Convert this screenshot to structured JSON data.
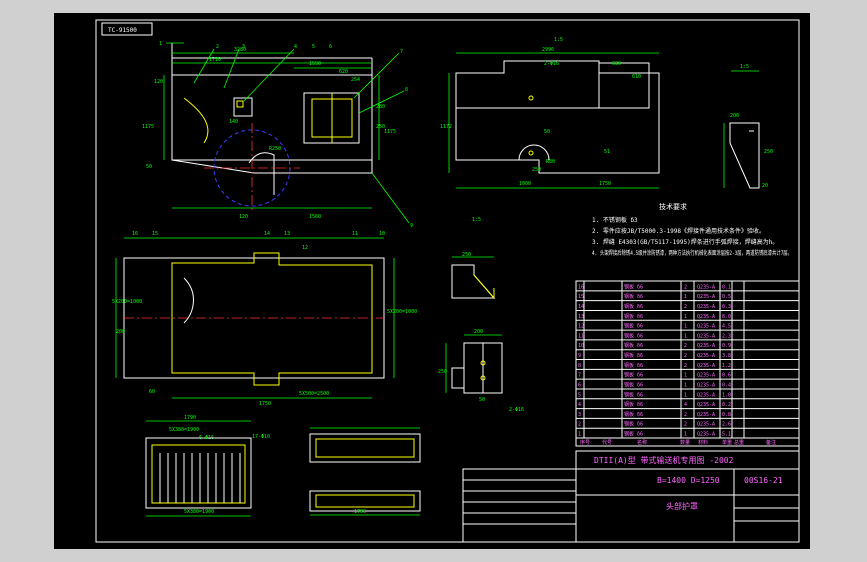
{
  "drawing_code": "TC-91500",
  "view_labels": [
    "1:5",
    "1:5",
    "1:5"
  ],
  "dimensions": {
    "top": [
      "1710",
      "3280",
      "1590",
      "620",
      "254",
      "280",
      "250",
      "1175",
      "120",
      "140",
      "50",
      "1560",
      "120",
      "R250",
      "1175"
    ],
    "right_view": [
      "2996",
      "2-Φ16",
      "630",
      "610",
      "1172",
      "50",
      "1000",
      "1750",
      "250",
      "R80",
      "51"
    ],
    "section": [
      "200",
      "20",
      "250",
      "1350"
    ],
    "mid": [
      "5X200=1000",
      "5X200=1000",
      "200",
      "60",
      "5X500=2500",
      "1750"
    ],
    "small": [
      "250",
      "200",
      "250",
      "2-Φ16",
      "50",
      "200"
    ],
    "bottom": [
      "1790",
      "5X380=1900",
      "6-Φ16",
      "17-Φ10",
      "5X380=1900",
      "1790"
    ]
  },
  "part_balloons": [
    "1",
    "2",
    "3",
    "4",
    "5",
    "6",
    "7",
    "8",
    "9",
    "10",
    "11",
    "12",
    "13",
    "14",
    "15",
    "16"
  ],
  "notes": {
    "title": "技术要求",
    "lines": [
      "1. 不锈钢板 δ3",
      "2. 零件应按JB/T5000.3-1998《焊接件通用技术条件》验收。",
      "3. 焊缝 E4303(GB/T5117-1995)焊条进行手弧焊接，焊缝高为h。",
      "4. 头架焊接后除锈4.5级并涂防锈漆，两种方法执行机械化表面涂层按2-3层，两道防锈底漆共计7层。"
    ]
  },
  "bom": {
    "rows": [
      [
        "16",
        "钢板 δ6",
        "2",
        "Q235-A",
        "0.1"
      ],
      [
        "15",
        "钢板 δ6",
        "1",
        "Q235-A",
        "0.5"
      ],
      [
        "14",
        "钢板 δ6",
        "2",
        "Q235-A",
        "0.3"
      ],
      [
        "13",
        "钢板 δ6",
        "1",
        "Q235-A",
        "8.0"
      ],
      [
        "12",
        "钢板 δ6",
        "1",
        "Q235-A",
        "4.5"
      ],
      [
        "11",
        "钢板 δ6",
        "1",
        "Q235-A",
        "2.3"
      ],
      [
        "10",
        "钢板 δ6",
        "2",
        "Q235-A",
        "0.9"
      ],
      [
        "9",
        "钢板 δ6",
        "2",
        "Q235-A",
        "3.8"
      ],
      [
        "8",
        "钢板 δ6",
        "2",
        "Q235-A",
        "1.2"
      ],
      [
        "7",
        "钢板 δ6",
        "1",
        "Q235-A",
        "0.6"
      ],
      [
        "6",
        "钢板 δ6",
        "1",
        "Q235-A",
        "0.4"
      ],
      [
        "5",
        "钢板 δ6",
        "1",
        "Q235-A",
        "1.0"
      ],
      [
        "4",
        "钢板 δ6",
        "4",
        "Q235-A",
        "0.2"
      ],
      [
        "3",
        "钢板 δ6",
        "2",
        "Q235-A",
        "0.8"
      ],
      [
        "2",
        "钢板 δ6",
        "2",
        "Q235-A",
        "2.6"
      ],
      [
        "1",
        "钢板 δ6",
        "1",
        "Q235-A",
        "5.1"
      ]
    ],
    "header": [
      "序号",
      "代号",
      "名称",
      "数量",
      "材料",
      "单重",
      "总重",
      "备注"
    ]
  },
  "title_block": {
    "series": "DTII(A)型 带式输送机专用图 -2002",
    "spec": "B=1400 D=1250",
    "drawing_no": "00S16-21",
    "name": "头部护罩"
  }
}
